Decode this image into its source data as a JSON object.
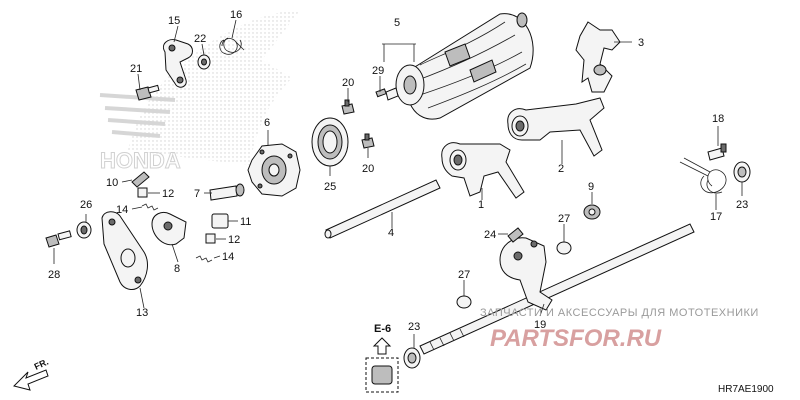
{
  "diagram": {
    "diagram_code": "HR7AE1900",
    "ref_box": {
      "label": "E-6"
    },
    "fr_label": "FR.",
    "brand_watermark": "HONDA",
    "watermark": {
      "tagline": "ЗАПЧАСТИ И АКСЕССУАРЫ ДЛЯ МОТОТЕХНИКИ",
      "logo": "PARTSFOR.RU"
    },
    "callouts": {
      "c15": "15",
      "c16": "16",
      "c22": "22",
      "c21": "21",
      "c5": "5",
      "c29": "29",
      "c3": "3",
      "c20a": "20",
      "c20b": "20",
      "c25": "25",
      "c6": "6",
      "c10": "10",
      "c12a": "12",
      "c12b": "12",
      "c7": "7",
      "c14a": "14",
      "c14b": "14",
      "c11": "11",
      "c26": "26",
      "c28": "28",
      "c8": "8",
      "c13": "13",
      "c1": "1",
      "c2": "2",
      "c4": "4",
      "c9": "9",
      "c18": "18",
      "c17": "17",
      "c23a": "23",
      "c23b": "23",
      "c24": "24",
      "c27a": "27",
      "c27b": "27",
      "c19": "19"
    },
    "colors": {
      "line": "#111111",
      "watermark_red": "#d8a0a0",
      "watermark_grey": "#9a9a9a"
    }
  }
}
